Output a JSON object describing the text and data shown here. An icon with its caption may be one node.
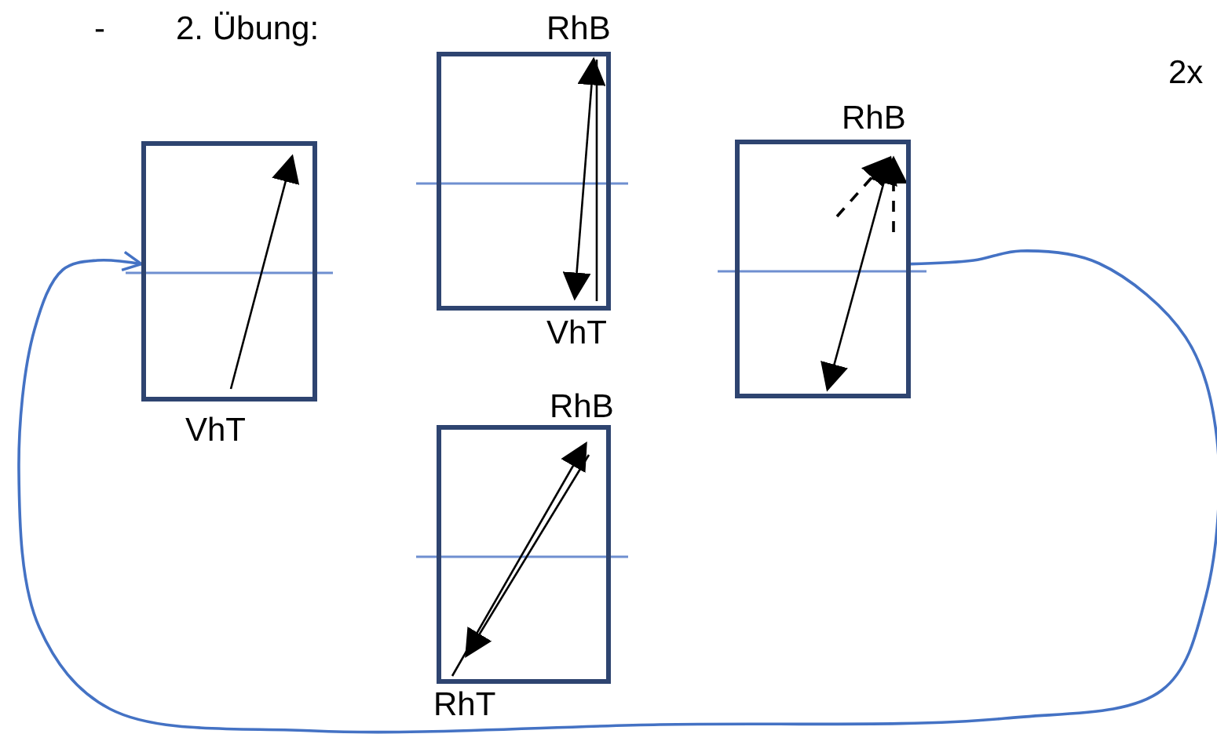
{
  "diagram": {
    "nodes": [
      {
        "text": [],
        "shape": "box",
        "beside": [
          "VhT"
        ]
      },
      {
        "text": [],
        "shape": "box",
        "beside": [
          "RhB",
          "VhT"
        ]
      },
      {
        "text": [],
        "shape": "box",
        "beside": [
          "RhB",
          "RhT"
        ]
      },
      {
        "text": [],
        "shape": "box",
        "beside": [
          "RhB"
        ]
      }
    ],
    "edges": [
      {
        "from": 3,
        "to": 0,
        "arrow": "to",
        "color": "#4472c4"
      }
    ],
    "labels": [
      "-",
      "2. Übung:",
      "2x"
    ]
  }
}
